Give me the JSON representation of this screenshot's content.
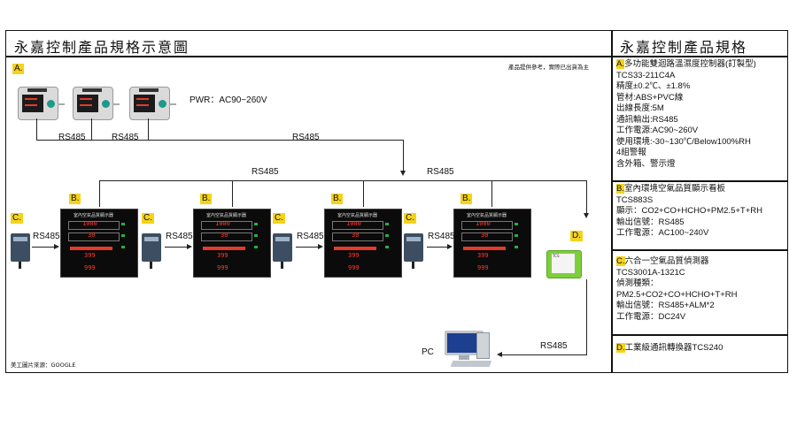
{
  "header": {
    "left_title": "永嘉控制產品規格示意圖",
    "right_title": "永嘉控制產品規格",
    "note": "產品提供參考，實際已出貨為主",
    "image_source": "美工圖片來源：GOOGLE"
  },
  "diagram": {
    "tag_a": "A.",
    "tag_b": "B.",
    "tag_c": "C.",
    "tag_d": "D.",
    "pwr_label": "PWR：AC90~260V",
    "rs485": "RS485",
    "pc_label": "PC",
    "panel_title": "室內空氣品質顯示器",
    "panel_value_1": "1000",
    "panel_value_2": "30",
    "panel_value_3": "399",
    "panel_value_4": "999",
    "converter_text": "TCS"
  },
  "specs": {
    "a": {
      "letter": "A.",
      "name": "多功能雙迴路溫濕度控制器(訂製型)",
      "lines": [
        "TCS33-211C4A",
        "精度±0.2℃、±1.8%",
        "管材:ABS+PVC線",
        "出線長度:5M",
        "通訊輸出:RS485",
        "工作電源:AC90~260V",
        "使用環境:-30~130℃/Below100%RH",
        "4組警報",
        "含外箱、警示燈"
      ]
    },
    "b": {
      "letter": "B.",
      "name": "室內環境空氣品質顯示看板",
      "lines": [
        "TCS883S",
        "顯示：CO2+CO+HCHO+PM2.5+T+RH",
        "輸出信號：RS485",
        "工作電源：AC100~240V"
      ]
    },
    "c": {
      "letter": "C.",
      "name": "六合一空氣品質偵測器",
      "lines": [
        "TCS3001A-1321C",
        "偵測種類：",
        "PM2.5+CO2+CO+HCHO+T+RH",
        "輸出信號：RS485+ALM*2",
        "工作電源：DC24V"
      ]
    },
    "d": {
      "letter": "D.",
      "name": "工業級通訊轉換器TCS240"
    }
  },
  "colors": {
    "tag": "#f4d31a",
    "led": "#e23b2e",
    "converter": "#7ccf3a"
  }
}
